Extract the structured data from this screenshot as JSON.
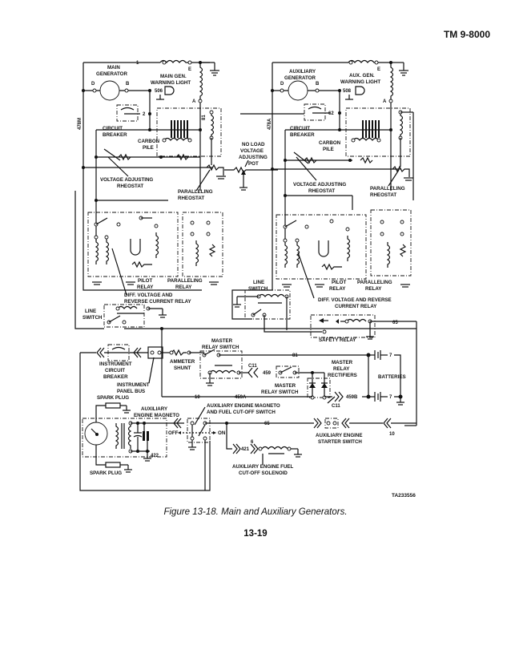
{
  "header": {
    "document_id": "TM 9-8000"
  },
  "figure": {
    "caption": "Figure 13-18.  Main and Auxiliary Generators.",
    "page_number": "13-19",
    "drawing_id": "TA233556"
  },
  "labels": {
    "main_generator": [
      "MAIN",
      "GENERATOR"
    ],
    "main_warning_light": [
      "MAIN GEN.",
      "WARNING LIGHT"
    ],
    "aux_generator": [
      "AUXILIARY",
      "GENERATOR"
    ],
    "aux_warning_light": [
      "AUX. GEN.",
      "WARNING LIGHT"
    ],
    "circuit_breaker": [
      "CIRCUIT",
      "BREAKER"
    ],
    "carbon_pile": [
      "CARBON",
      "PILE"
    ],
    "voltage_adjusting_rheostat": [
      "VOLTAGE ADJUSTING",
      "RHEOSTAT"
    ],
    "paralleling_rheostat": [
      "PARALLELING",
      "RHEOSTAT"
    ],
    "no_load_pot": [
      "NO LOAD",
      "VOLTAGE",
      "ADJUSTING",
      "POT"
    ],
    "pilot_relay": [
      "PILOT",
      "RELAY"
    ],
    "paralleling_relay": [
      "PARALLELING",
      "RELAY"
    ],
    "diff_relay_main": [
      "DIFF. VOLTAGE AND",
      "REVERSE CURRENT RELAY"
    ],
    "diff_relay_aux": [
      "DIFF. VOLTAGE AND REVERSE",
      "CURRENT RELAY"
    ],
    "line_switch": [
      "LINE",
      "SWITCH"
    ],
    "safety_relay": "SAFETY RELAY",
    "instrument_circuit_breaker": [
      "INSTRUMENT",
      "CIRCUIT",
      "BREAKER"
    ],
    "instrument_panel_bus": [
      "INSTRUMENT",
      "PANEL BUS"
    ],
    "ammeter_shunt": [
      "AMMETER",
      "SHUNT"
    ],
    "master_relay_switch_top": [
      "MASTER",
      "RELAY SWITCH"
    ],
    "master_relay_switch": [
      "MASTER",
      "RELAY SWITCH"
    ],
    "master_relay_rectifiers": [
      "MASTER",
      "RELAY",
      "RECTIFIERS"
    ],
    "batteries": "BATTERIES",
    "spark_plug": "SPARK PLUG",
    "aux_engine_magneto": [
      "AUXILIARY",
      "ENGINE MAGNETO"
    ],
    "magneto_fuel_switch": [
      "AUXILIARY ENGINE MAGNETO",
      "AND FUEL CUT-OFF SWITCH"
    ],
    "off": "OFF",
    "on": "ON",
    "aux_starter_switch": [
      "AUXILIARY ENGINE",
      "STARTER SWITCH"
    ],
    "fuel_solenoid": [
      "AUXILIARY ENGINE FUEL",
      "CUT-OFF SOLENOID"
    ]
  },
  "terminals": {
    "D": "D",
    "B": "B",
    "E": "E",
    "A": "A"
  },
  "wire_numbers": {
    "w1": "1",
    "w506": "506",
    "w2": "2",
    "w81a": "81",
    "w478m": "478M",
    "w508": "508",
    "w62": "62",
    "w478a": "478A",
    "w65a": "65",
    "w81b": "81",
    "w7a": "7",
    "w7b": "7",
    "w459": "459",
    "w459a": "459A",
    "w459b": "459B",
    "w10a": "10",
    "w10b": "10",
    "c11a": "C11",
    "c11b": "C11",
    "w65b": "65",
    "w421": "421",
    "w6": "6",
    "w422": "422"
  }
}
